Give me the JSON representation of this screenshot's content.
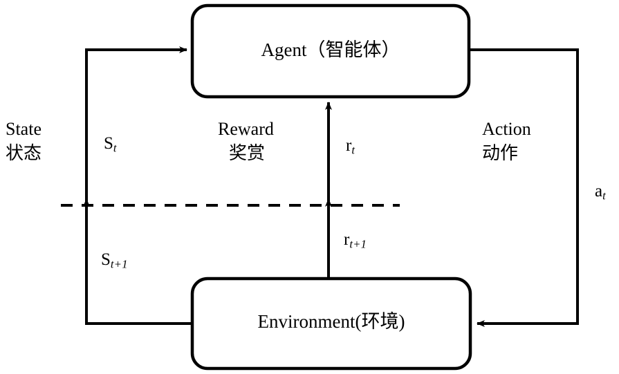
{
  "diagram": {
    "title_nodes": {
      "agent": "Agent（智能体）",
      "environment": "Environment(环境)"
    },
    "channels": {
      "state": {
        "label_en": "State",
        "label_cn": "状态",
        "symbol_up": "S",
        "symbol_up_sub": "t",
        "symbol_down": "S",
        "symbol_down_sub": "t+1"
      },
      "reward": {
        "label_en": "Reward",
        "label_cn": "奖赏",
        "symbol_up": "r",
        "symbol_up_sub": "t",
        "symbol_down": "r",
        "symbol_down_sub": "t+1"
      },
      "action": {
        "label_en": "Action",
        "label_cn": "动作",
        "symbol": "a",
        "symbol_sub": "t"
      }
    },
    "colors": {
      "stroke": "#000000",
      "background": "#ffffff",
      "text": "#000000"
    },
    "separator": {
      "name": "time-step-boundary",
      "style": "dashed"
    }
  }
}
